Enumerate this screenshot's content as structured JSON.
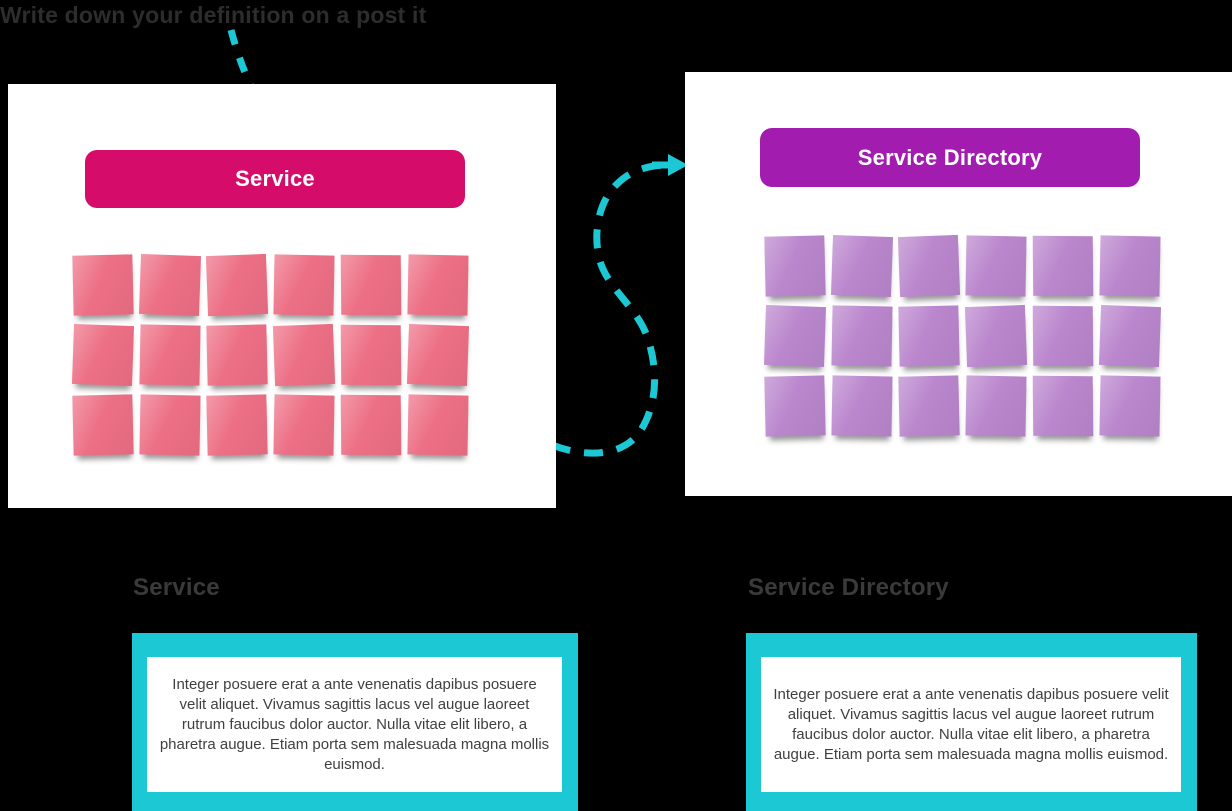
{
  "title": "Write down your definition on a post it",
  "colors": {
    "background": "#000000",
    "teal": "#1cc8d4",
    "service_header": "#d50c6a",
    "directory_header": "#a21cb0",
    "service_sticky": "#ed6f85",
    "directory_sticky": "#ba86cd",
    "title_text": "#2d2d2d",
    "heading_text": "#3a3a3a",
    "body_text": "#404040"
  },
  "panels": {
    "service": {
      "label": "Service",
      "sticky_count": 18
    },
    "directory": {
      "label": "Service Directory",
      "sticky_count": 18
    }
  },
  "definitions": {
    "service": {
      "heading": "Service",
      "body": "Integer posuere erat a ante venenatis dapibus posuere velit aliquet. Vivamus sagittis lacus vel augue laoreet rutrum faucibus dolor auctor. Nulla vitae elit libero, a pharetra augue. Etiam porta sem malesuada magna mollis euismod."
    },
    "directory": {
      "heading": "Service Directory",
      "body": "Integer posuere erat a ante venenatis dapibus posuere velit aliquet. Vivamus sagittis lacus vel augue laoreet rutrum faucibus dolor auctor. Nulla vitae elit libero, a pharetra augue. Etiam porta sem malesuada magna mollis euismod."
    }
  }
}
